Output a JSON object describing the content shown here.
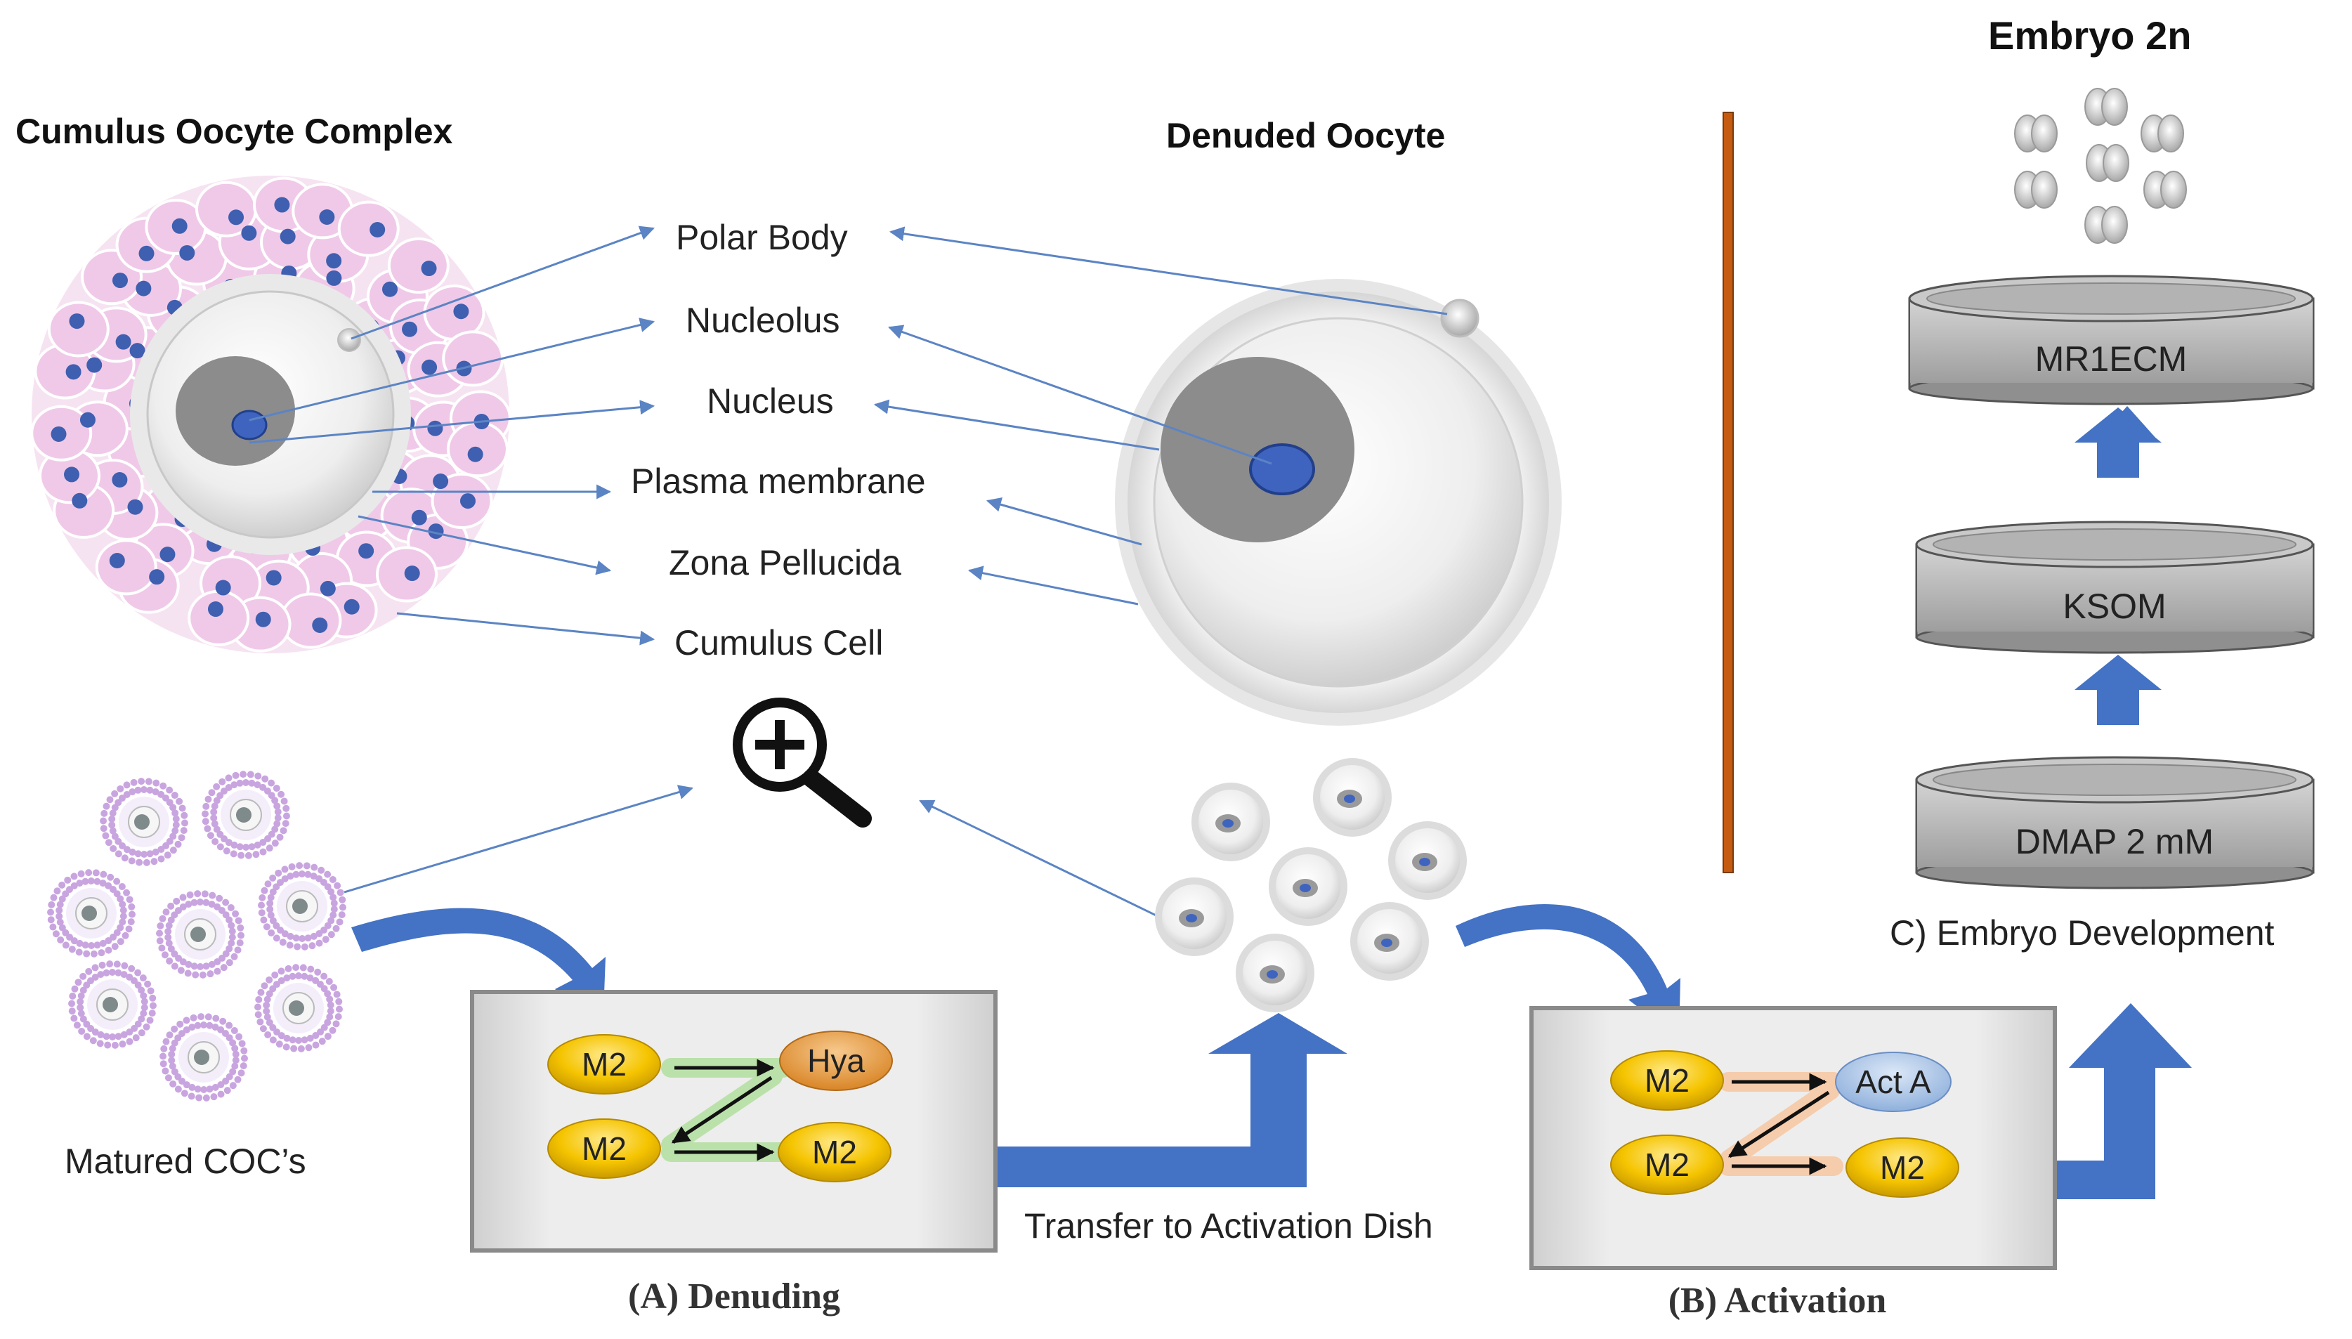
{
  "headings": {
    "coc": "Cumulus Oocyte Complex",
    "denuded": "Denuded Oocyte",
    "embryo": "Embryo 2n"
  },
  "labels": {
    "polar_body": "Polar Body",
    "nucleolus": "Nucleolus",
    "nucleus": "Nucleus",
    "plasma_membrane": "Plasma membrane",
    "zona_pellucida": "Zona Pellucida",
    "cumulus_cell": "Cumulus Cell"
  },
  "matured": "Matured COC’s",
  "transfer": "Transfer to Activation Dish",
  "denuding": {
    "caption": "(A) Denuding",
    "o1": "M2",
    "o2": "Hya",
    "o3": "M2",
    "o4": "M2"
  },
  "activation": {
    "caption": "(B) Activation",
    "o1": "M2",
    "o2": "Act A",
    "o3": "M2",
    "o4": "M2"
  },
  "development": {
    "caption": "C) Embryo Development",
    "dish_top": "MR1ECM",
    "dish_mid": "KSOM",
    "dish_bottom": "DMAP 2 mM"
  },
  "colors": {
    "arrow_blue": "#4472c4",
    "cumulus_pink": "#f2d3ec",
    "cumulus_dot": "#3f5fb0",
    "divider": "#c55a11",
    "oocyte_yellow": "#f5c400",
    "hya_orange": "#e89a3c",
    "act_blue": "#a8c4e8"
  }
}
